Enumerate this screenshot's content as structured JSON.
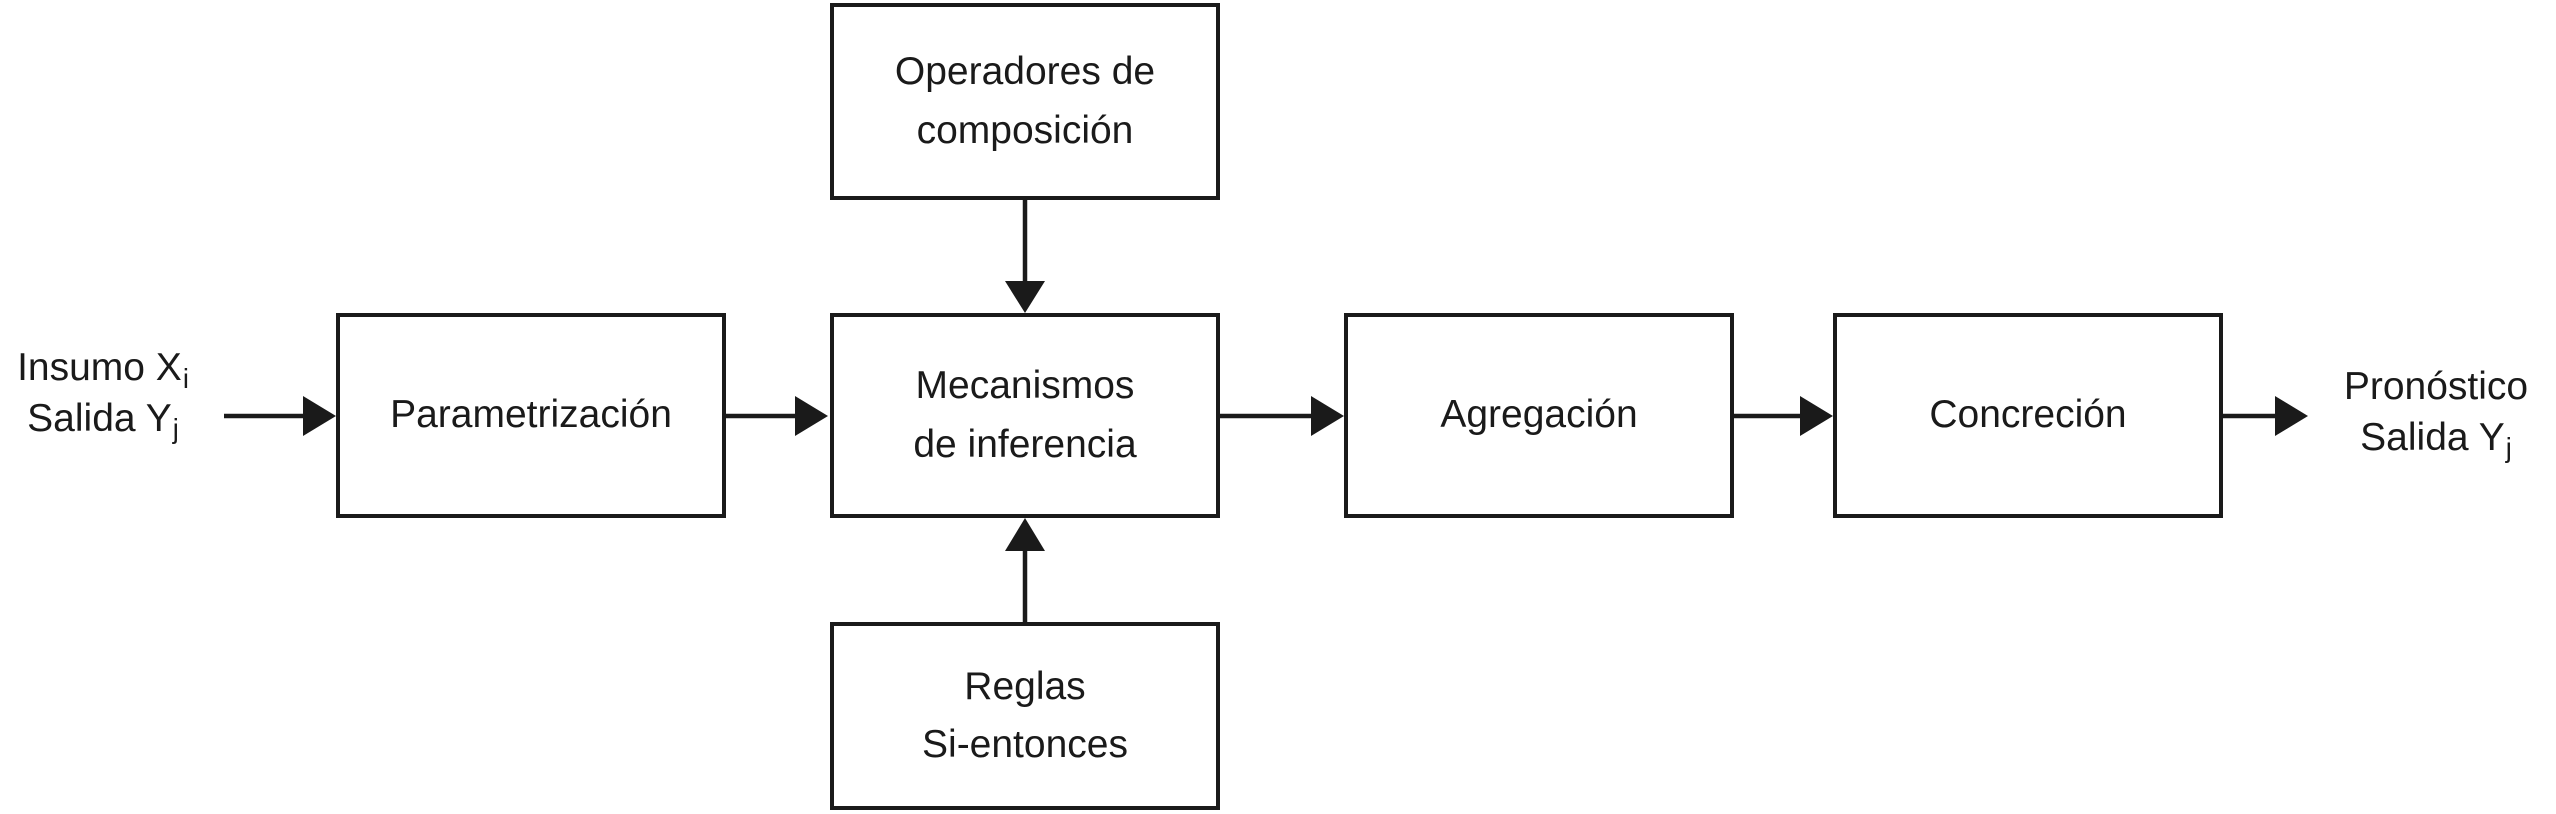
{
  "diagram": {
    "type": "flowchart",
    "language": "es",
    "colors": {
      "ink": "#1a1a1a",
      "background": "#ffffff"
    },
    "input_label": {
      "line1_text": "Insumo X",
      "line1_sub": "i",
      "line2_text": "Salida Y",
      "line2_sub": "j"
    },
    "output_label": {
      "line1_text": "Pronóstico",
      "line2_text": "Salida Y",
      "line2_sub": "j"
    },
    "boxes": {
      "parametrizacion": {
        "label": "Parametrización"
      },
      "operadores_de_composicion": {
        "label": "Operadores de\ncomposición"
      },
      "mecanismos_de_inferencia": {
        "label": "Mecanismos\nde inferencia"
      },
      "reglas_si_entonces": {
        "label": "Reglas\nSi-entonces"
      },
      "agregacion": {
        "label": "Agregación"
      },
      "concrecion": {
        "label": "Concreción"
      }
    },
    "connections": [
      {
        "from": "input-label",
        "to": "parametrizacion",
        "direction": "right"
      },
      {
        "from": "parametrizacion",
        "to": "mecanismos-de-inferencia",
        "direction": "right"
      },
      {
        "from": "operadores-de-composicion",
        "to": "mecanismos-de-inferencia",
        "direction": "down"
      },
      {
        "from": "reglas-si-entonces",
        "to": "mecanismos-de-inferencia",
        "direction": "up"
      },
      {
        "from": "mecanismos-de-inferencia",
        "to": "agregacion",
        "direction": "right"
      },
      {
        "from": "agregacion",
        "to": "concrecion",
        "direction": "right"
      },
      {
        "from": "concrecion",
        "to": "output-label",
        "direction": "right"
      }
    ]
  }
}
